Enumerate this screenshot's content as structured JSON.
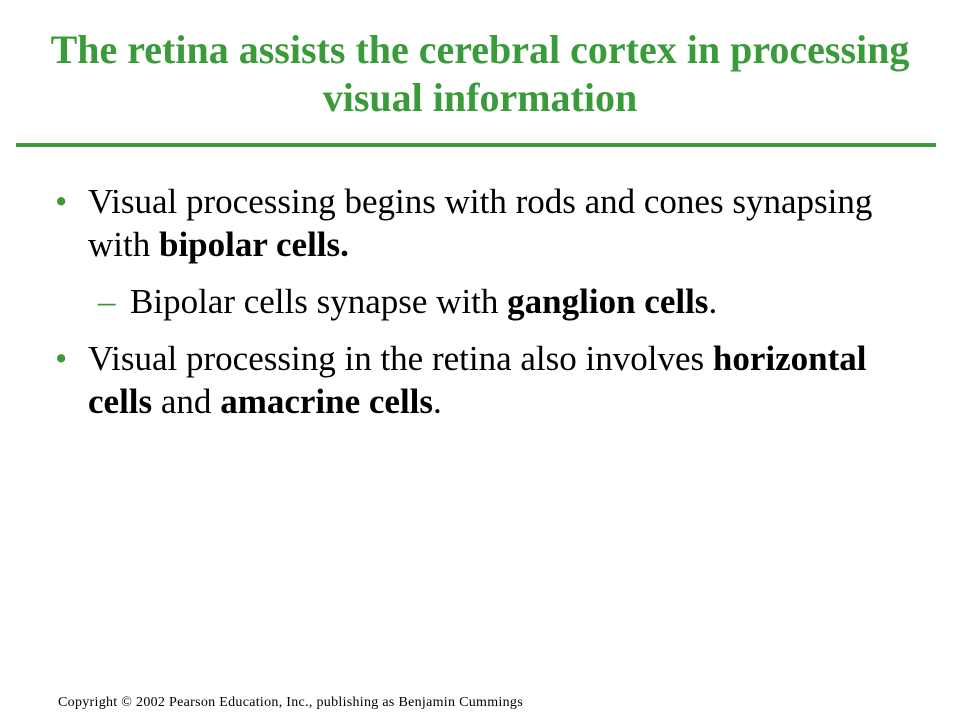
{
  "title": "The retina assists the cerebral cortex in processing visual information",
  "bullets": [
    {
      "marker": "•",
      "parts": [
        {
          "text": "Visual processing begins with rods and cones synapsing with "
        },
        {
          "text": "bipolar cells."
        }
      ]
    },
    {
      "marker": "–",
      "parts": [
        {
          "text": "Bipolar cells synapse with "
        },
        {
          "text": "ganglion cells"
        },
        {
          "text": "."
        }
      ]
    },
    {
      "marker": "•",
      "parts": [
        {
          "text": "Visual processing in the retina also involves "
        },
        {
          "text": "horizontal cells"
        },
        {
          "text": " and "
        },
        {
          "text": "amacrine cells"
        },
        {
          "text": "."
        }
      ]
    }
  ],
  "footer": "Copyright © 2002 Pearson Education, Inc., publishing as Benjamin Cummings",
  "colors": {
    "accent": "#3a9b3a",
    "text": "#000000",
    "background": "#ffffff"
  }
}
